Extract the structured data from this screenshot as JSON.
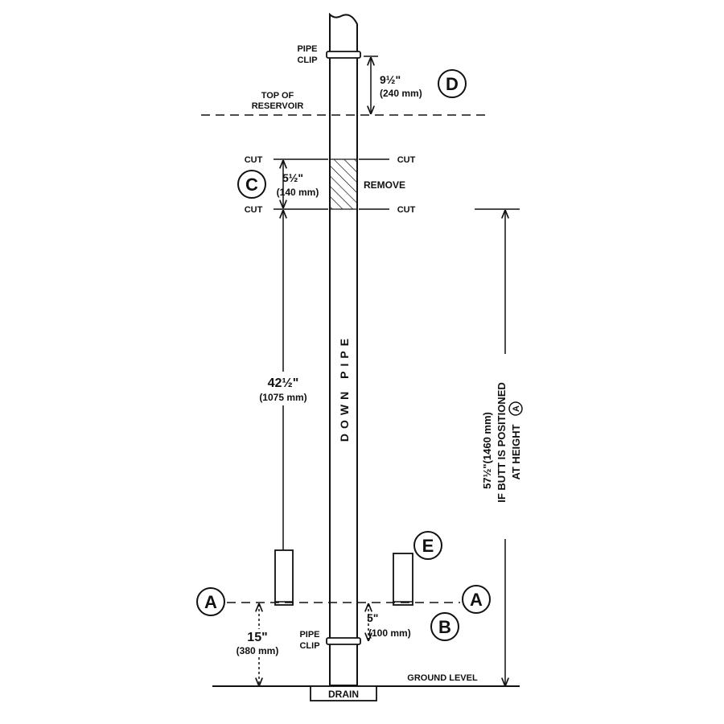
{
  "labels": {
    "pipe_clip_top_1": "PIPE",
    "pipe_clip_top_2": "CLIP",
    "top_of_reservoir_1": "TOP OF",
    "top_of_reservoir_2": "RESERVOIR",
    "cut_left_top": "CUT",
    "cut_right_top": "CUT",
    "cut_left_bottom": "CUT",
    "cut_right_bottom": "CUT",
    "remove": "REMOVE",
    "down_pipe": "DOWN PIPE",
    "pipe_clip_bottom_1": "PIPE",
    "pipe_clip_bottom_2": "CLIP",
    "ground_level": "GROUND LEVEL",
    "drain": "DRAIN",
    "side_note_1": "57½\"(1460 mm)",
    "side_note_2": "IF BUTT IS POSITIONED",
    "side_note_3": "AT HEIGHT"
  },
  "dimensions": {
    "d_main": "9½\"",
    "d_mm": "(240 mm)",
    "c_main": "5½\"",
    "c_mm": "(140 mm)",
    "left_main": "42½\"",
    "left_mm": "(1075 mm)",
    "a_main": "15\"",
    "a_mm": "(380 mm)",
    "b_main": "5\"",
    "b_mm": "(100 mm)"
  },
  "markers": {
    "a_left": "A",
    "a_right": "A",
    "a_inline": "A",
    "b": "B",
    "c": "C",
    "d": "D",
    "e": "E"
  }
}
